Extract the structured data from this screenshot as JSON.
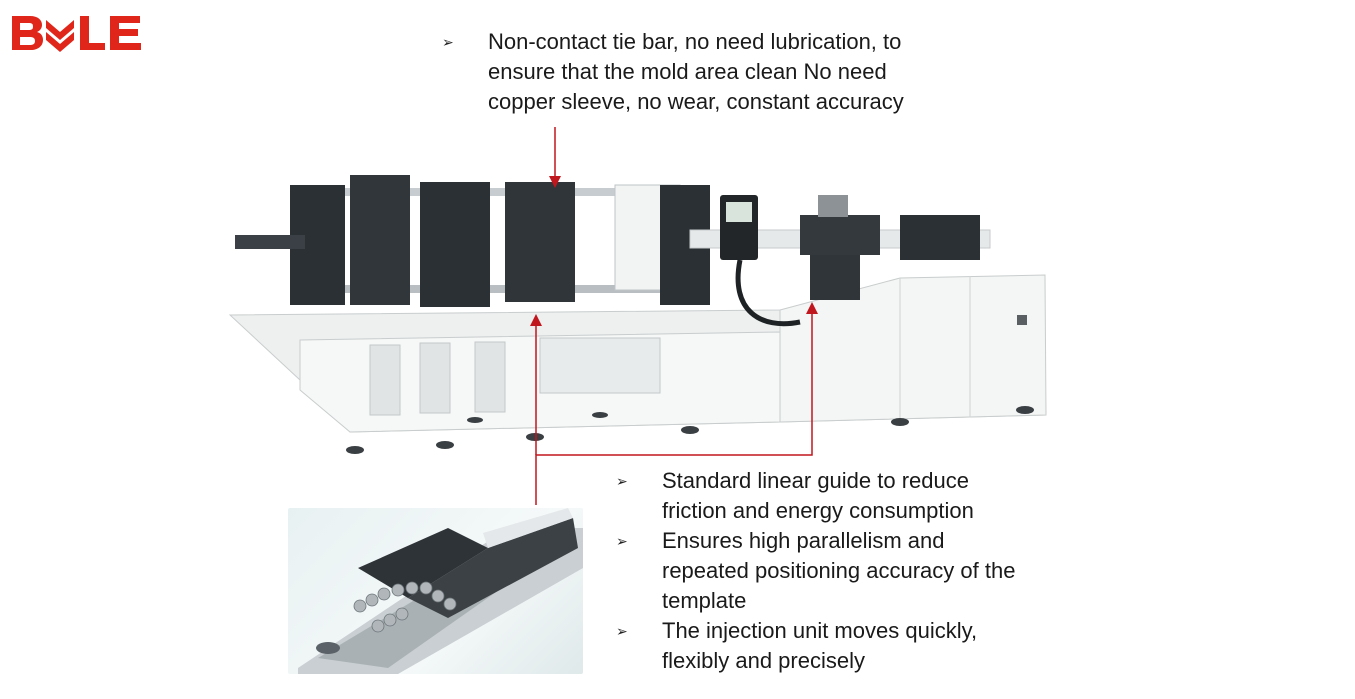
{
  "logo": {
    "text": "BOLE",
    "color": "#e0261b"
  },
  "top_bullets": [
    {
      "lines": [
        "Non-contact tie bar, no need lubrication, to",
        "ensure that the mold area clean No need",
        "copper sleeve, no wear, constant accuracy"
      ]
    }
  ],
  "bottom_bullets": [
    {
      "lines": [
        "Standard linear guide to reduce",
        "friction and energy consumption"
      ]
    },
    {
      "lines": [
        "Ensures high parallelism and",
        "repeated positioning accuracy of the",
        "template"
      ]
    },
    {
      "lines": [
        "The injection unit moves quickly,",
        "flexibly and precisely"
      ]
    }
  ],
  "bullet_glyph": "➢",
  "colors": {
    "callout": "#c0161e",
    "machine_dark": "#2b3034",
    "machine_frame": "#eef0f0",
    "text": "#1a1a1a"
  },
  "icons": {
    "machine": "injection-molding-machine-illustration",
    "inset": "linear-guide-closeup-illustration"
  }
}
